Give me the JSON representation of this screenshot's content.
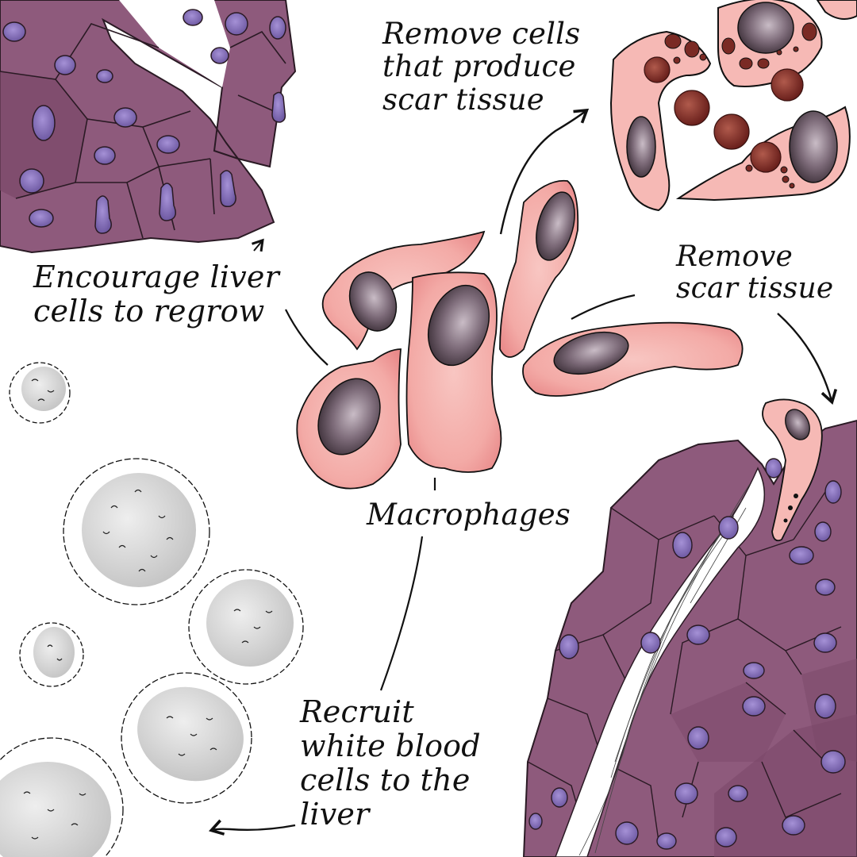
{
  "diagram": {
    "subject": "Macrophage roles in liver repair",
    "central_label": "Macrophages",
    "functions": [
      {
        "id": "remove-cells",
        "lines": [
          "Remove cells",
          "that produce",
          "scar tissue"
        ],
        "arrow_direction": "up-right",
        "target": "scar-producing cells being broken down (top right)"
      },
      {
        "id": "remove-scar",
        "lines": [
          "Remove",
          "scar tissue"
        ],
        "arrow_direction": "down",
        "target": "fibrous scar tissue in liver (bottom right)"
      },
      {
        "id": "encourage-regrow",
        "lines": [
          "Encourage liver",
          "cells to regrow"
        ],
        "arrow_direction": "up-left",
        "target": "dividing liver cells (top left)"
      },
      {
        "id": "recruit-wbc",
        "lines": [
          "Recruit",
          "white blood",
          "cells to the",
          "liver"
        ],
        "arrow_direction": "left",
        "target": "white blood cells (bottom left)"
      }
    ]
  },
  "colors": {
    "liver_tissue": "#8e5a7c",
    "liver_tissue_dark": "#7a4768",
    "liver_nucleus": "#8f78c2",
    "macrophage_body": "#f6b9b5",
    "macrophage_edge": "#e88a8a",
    "macrophage_nucleus": "#5f4f5c",
    "debris": "#7a2a24",
    "white_blood_cell": "#d9d9d9",
    "scar_tissue": "#ffffff",
    "text": "#111111"
  }
}
